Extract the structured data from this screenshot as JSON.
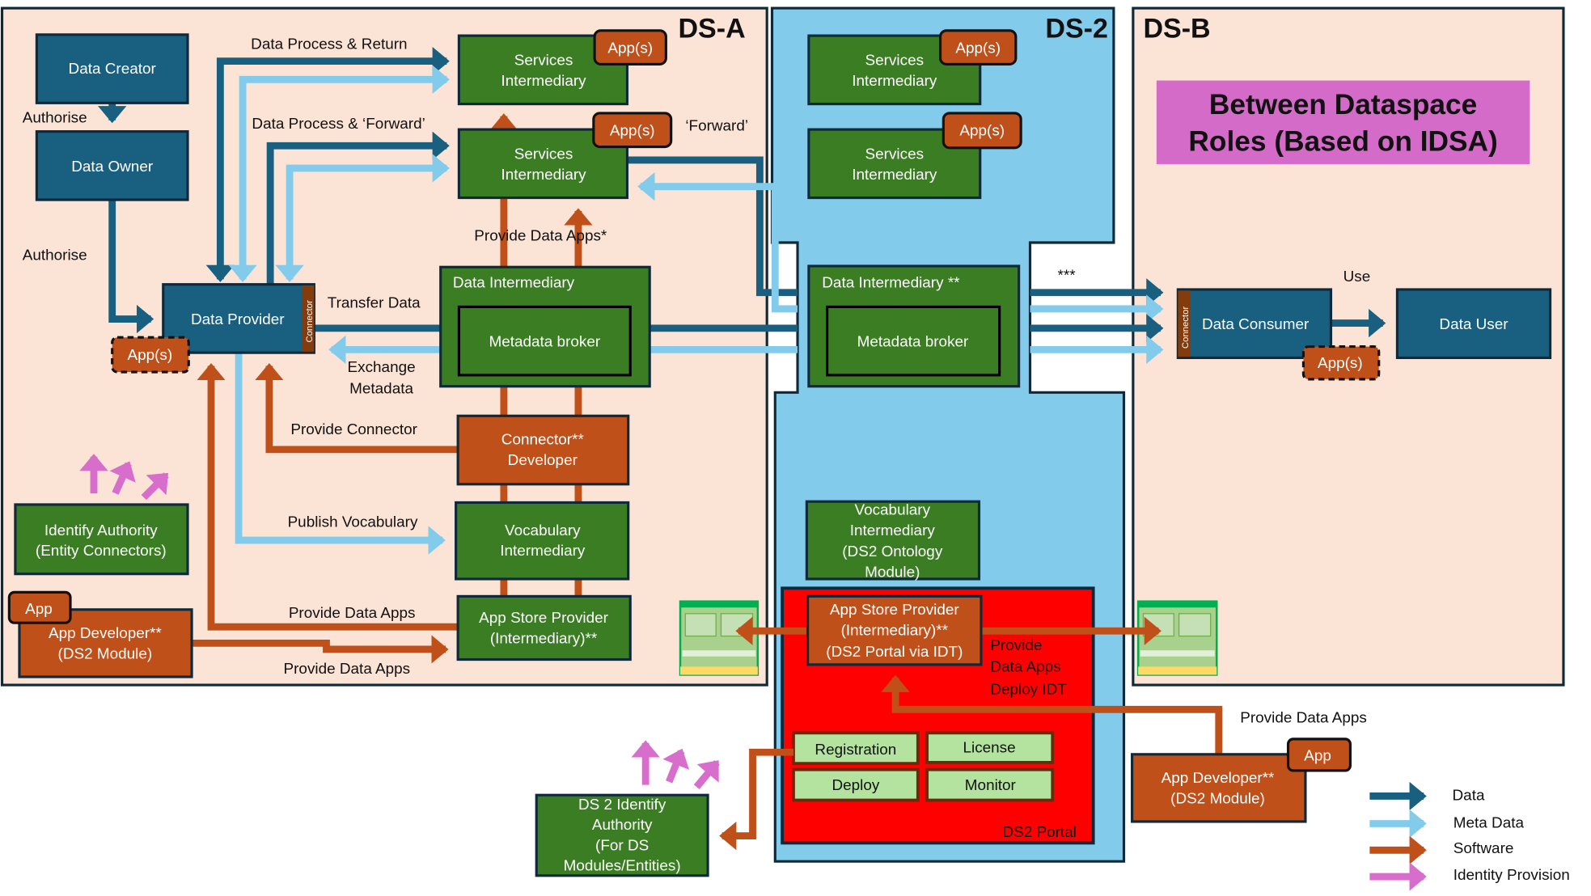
{
  "colors": {
    "data": "#185f80",
    "meta_data": "#83cbeb",
    "software": "#c0501a",
    "identity": "#d86ecc",
    "intermediary": "#3b7d23",
    "dataspace_bg": "#fbe3d6",
    "ds2_bg": "#83cbeb",
    "portal": "#ff0000",
    "title_bg": "#d56bc8"
  },
  "regions": {
    "ds_a": "DS-A",
    "ds_2": "DS-2",
    "ds_b": "DS-B"
  },
  "title": {
    "line1": "Between Dataspace",
    "line2": "Roles (Based on IDSA)"
  },
  "ds_a": {
    "data_creator": "Data Creator",
    "data_owner": "Data Owner",
    "data_provider": "Data Provider",
    "connector": "Connector",
    "provider_apps": "App(s)",
    "si1": {
      "line1": "Services",
      "line2": "Intermediary",
      "apps": "App(s)"
    },
    "si2": {
      "line1": "Services",
      "line2": "Intermediary",
      "apps": "App(s)"
    },
    "data_intermediary": "Data Intermediary",
    "metadata_broker": "Metadata broker",
    "connector_dev": {
      "line1": "Connector**",
      "line2": "Developer"
    },
    "vocab": {
      "line1": "Vocabulary",
      "line2": "Intermediary"
    },
    "app_store": {
      "line1": "App Store Provider",
      "line2": "(Intermediary)**"
    },
    "identity": {
      "line1": "Identify Authority",
      "line2": "(Entity Connectors)"
    },
    "app_dev": {
      "line1": "App Developer**",
      "line2": "(DS2 Module)",
      "badge": "App"
    }
  },
  "ds_2": {
    "si1": {
      "line1": "Services",
      "line2": "Intermediary",
      "apps": "App(s)"
    },
    "si2": {
      "line1": "Services",
      "line2": "Intermediary",
      "apps": "App(s)"
    },
    "data_intermediary": "Data Intermediary **",
    "metadata_broker": "Metadata broker",
    "vocab": {
      "line1": "Vocabulary",
      "line2": "Intermediary",
      "line3": "(DS2 Ontology",
      "line4": "Module)"
    },
    "portal": {
      "label": "DS2 Portal",
      "app_store": {
        "line1": "App Store Provider",
        "line2": "(Intermediary)**",
        "line3": "(DS2 Portal via IDT)"
      },
      "modules": [
        "Registration",
        "License",
        "Deploy",
        "Monitor"
      ]
    },
    "identity": {
      "line1": "DS 2 Identify",
      "line2": "Authority",
      "line3": "(For DS",
      "line4": "Modules/Entities)"
    },
    "app_dev": {
      "line1": "App Developer**",
      "line2": "(DS2 Module)",
      "badge": "App"
    }
  },
  "ds_b": {
    "data_consumer": "Data Consumer",
    "connector": "Connector",
    "consumer_apps": "App(s)",
    "data_user": "Data User"
  },
  "labels": {
    "authorise1": "Authorise",
    "authorise2": "Authorise",
    "process_return": "Data Process & Return",
    "process_forward": "Data Process & ‘Forward’",
    "forward": "‘Forward’",
    "provide_apps_star": "Provide Data Apps*",
    "transfer_data": "Transfer Data",
    "exchange1": "Exchange",
    "exchange2": "Metadata",
    "provide_connector": "Provide Connector",
    "publish_vocab": "Publish Vocabulary",
    "provide_apps_a1": "Provide Data Apps",
    "provide_apps_a2": "Provide Data Apps",
    "triple_star": "***",
    "use": "Use",
    "portal_note1": "Provide",
    "portal_note2": "Data Apps",
    "portal_note3": "Deploy IDT",
    "provide_apps_b": "Provide Data Apps"
  },
  "legend": [
    {
      "label": "Data",
      "color": "#185f80"
    },
    {
      "label": "Meta Data",
      "color": "#83cbeb"
    },
    {
      "label": "Software",
      "color": "#c0501a"
    },
    {
      "label": "Identity Provision",
      "color": "#d86ecc"
    }
  ]
}
